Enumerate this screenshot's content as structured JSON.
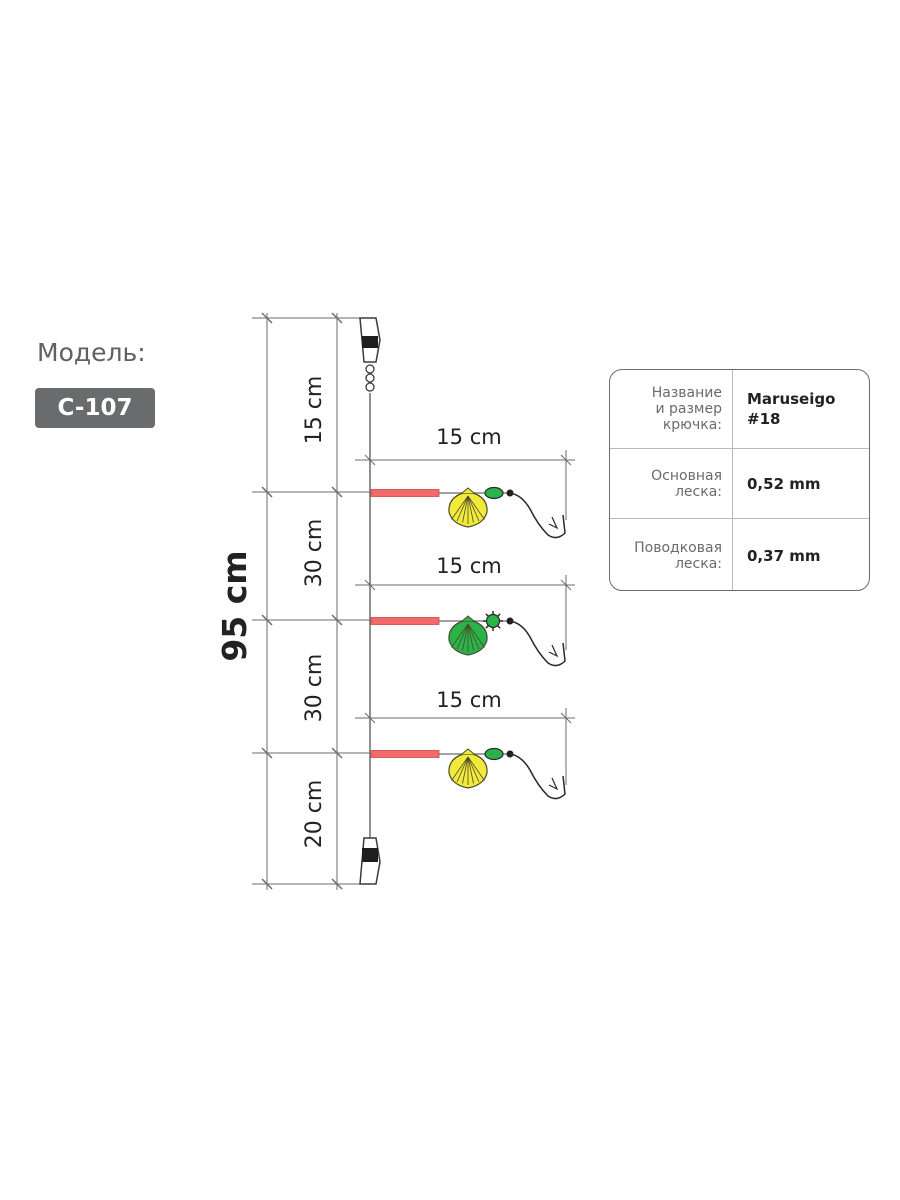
{
  "model": {
    "label": "Модель:",
    "code": "C-107"
  },
  "total_length": "95 cm",
  "segments": [
    "15 cm",
    "30 cm",
    "30 cm",
    "20 cm"
  ],
  "branches": [
    {
      "length": "15 cm",
      "shell": "#f2ea3a",
      "bead": "#2bb34a",
      "bead_shape": "oval"
    },
    {
      "length": "15 cm",
      "shell": "#2bb34a",
      "bead": "#2bb34a",
      "bead_shape": "spiky"
    },
    {
      "length": "15 cm",
      "shell": "#f2ea3a",
      "bead": "#2bb34a",
      "bead_shape": "oval"
    }
  ],
  "colors": {
    "tube": "#f26b6b",
    "line": "#6a6b6d",
    "badge": "#6a6b6d"
  },
  "specs": [
    {
      "label": "Название\nи размер\nкрючка:",
      "value": "Maruseigo\n#18"
    },
    {
      "label": "Основная\nлеска:",
      "value": "0,52 mm"
    },
    {
      "label": "Поводковая\nлеска:",
      "value": "0,37 mm"
    }
  ]
}
